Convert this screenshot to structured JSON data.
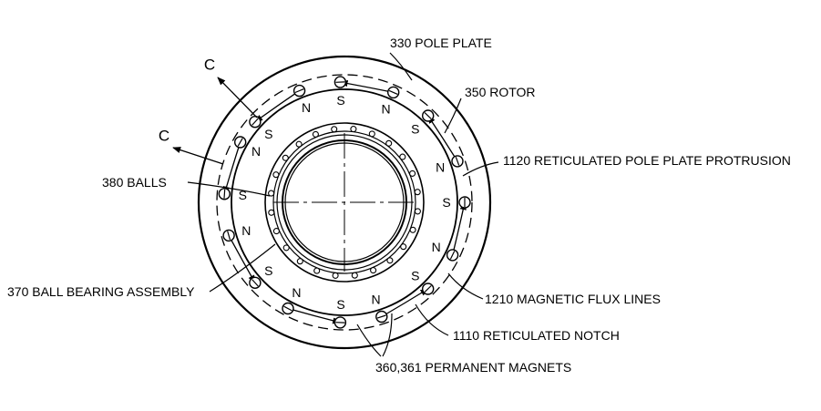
{
  "labels": {
    "pole_plate": "330 POLE PLATE",
    "rotor": "350 ROTOR",
    "protrusion": "1120 RETICULATED POLE PLATE PROTRUSION",
    "balls": "380 BALLS",
    "bearing": "370 BALL BEARING ASSEMBLY",
    "flux": "1210 MAGNETIC FLUX LINES",
    "notch": "1110 RETICULATED NOTCH",
    "magnets": "360,361 PERMANENT MAGNETS",
    "c_upper": "C",
    "c_lower": "C"
  },
  "magnets": [
    {
      "n_label": "N",
      "s_label": "S"
    },
    {
      "n_label": "N",
      "s_label": "S"
    },
    {
      "n_label": "N",
      "s_label": "S"
    },
    {
      "n_label": "N",
      "s_label": "S"
    },
    {
      "n_label": "N",
      "s_label": "S"
    },
    {
      "n_label": "N",
      "s_label": "S"
    },
    {
      "n_label": "N",
      "s_label": "S"
    },
    {
      "n_label": "N",
      "s_label": "S"
    }
  ]
}
